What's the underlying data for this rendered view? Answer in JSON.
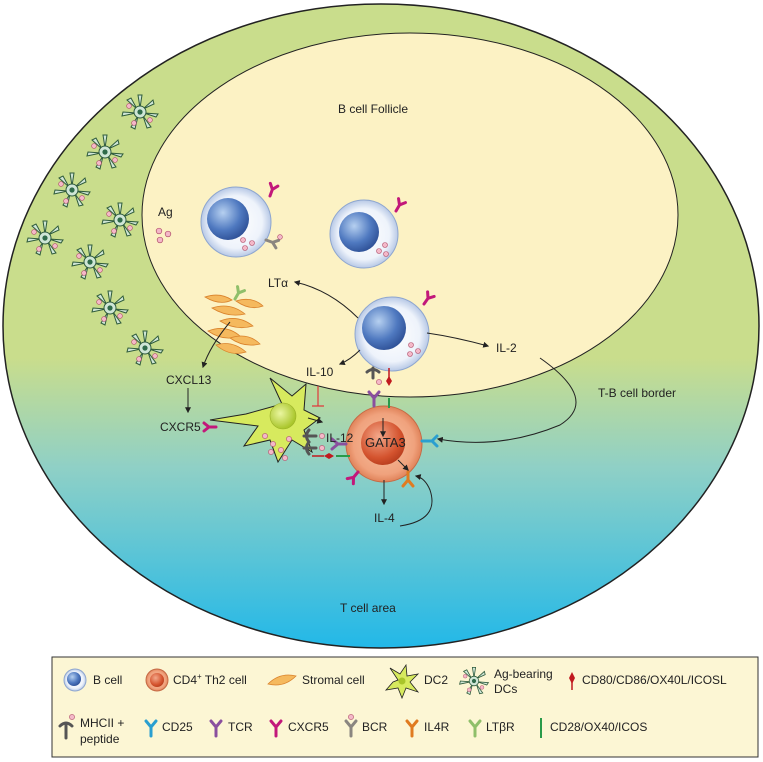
{
  "regions": {
    "follicle": "B cell Follicle",
    "border": "T-B cell border",
    "tcell_area": "T cell area"
  },
  "labels": {
    "ag": "Ag",
    "lta": "LTα",
    "il10": "IL-10",
    "il2": "IL-2",
    "cxcl13": "CXCL13",
    "cxcr5": "CXCR5",
    "il12": "IL-12",
    "gata3": "GATA3",
    "il4": "IL-4"
  },
  "legend": {
    "b_cell": "B cell",
    "th2_prefix": "CD4",
    "th2_sup": "+",
    "th2_suffix": " Th2 cell",
    "stromal": "Stromal cell",
    "dc2": "DC2",
    "ag_dc_1": "Ag-bearing",
    "ag_dc_2": "DCs",
    "costim_ligands": "CD80/CD86/OX40L/ICOSL",
    "mhcii_1": "MHCII +",
    "mhcii_2": "peptide",
    "cd25": "CD25",
    "tcr": "TCR",
    "cxcr5": "CXCR5",
    "bcr": "BCR",
    "il4r": "IL4R",
    "ltbr": "LTβR",
    "costim_receptors": "CD28/OX40/ICOS"
  },
  "colors": {
    "outer": "#c9dd8c",
    "follicle": "#fcf2c4",
    "tcell_area": "#2ab9e3",
    "cd25": "#2a9fd0",
    "tcr": "#8a4f9e",
    "cxcr5": "#c2187a",
    "bcr": "#8a8680",
    "il4r": "#e07b20",
    "ltbr": "#8fbf6a",
    "costim_ligand": "#c0191e",
    "costim_receptor": "#2a9a4a"
  }
}
